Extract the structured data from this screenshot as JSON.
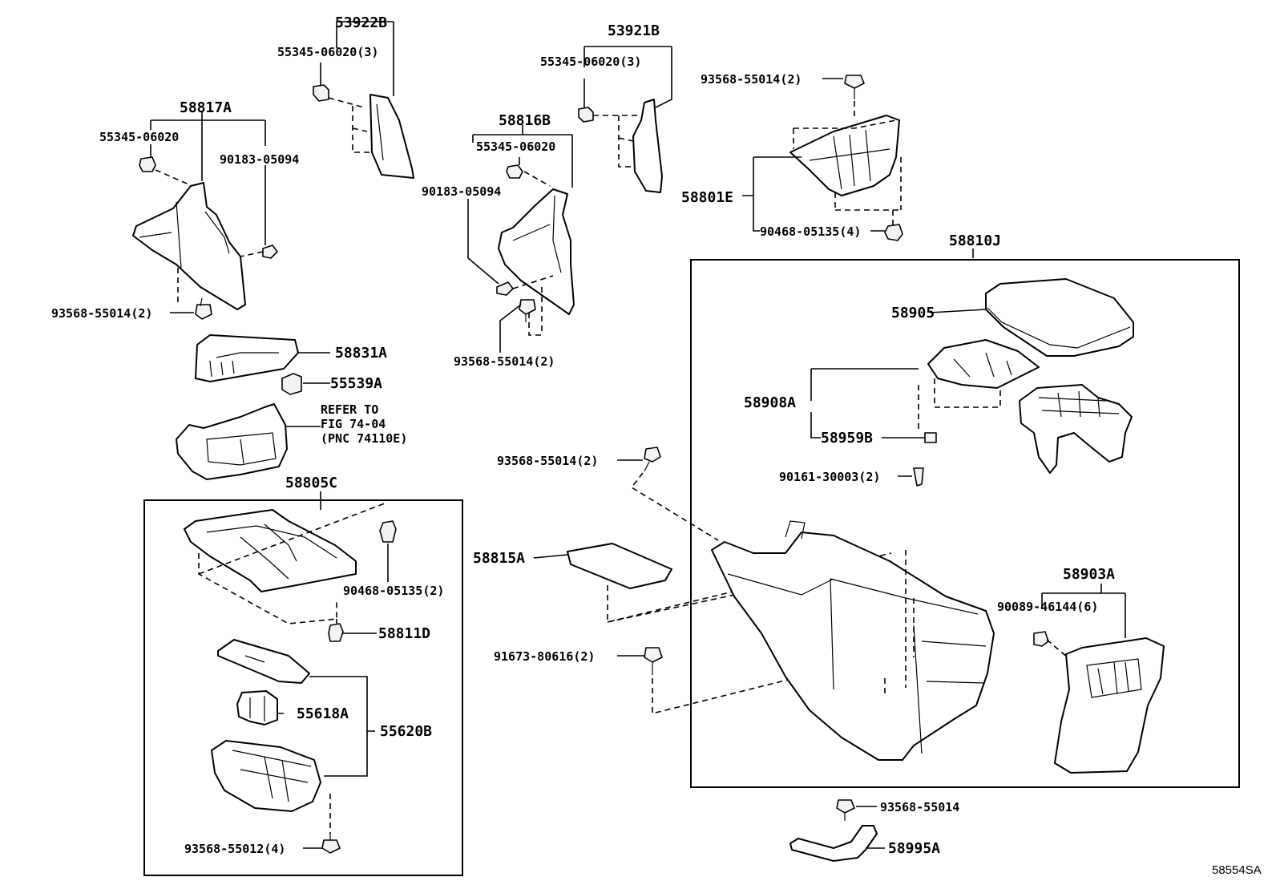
{
  "figure_code": "58554SA",
  "labels": {
    "p53922B": "53922B",
    "p55345_3a": "55345-06020(3)",
    "p53921B": "53921B",
    "p55345_3b": "55345-06020(3)",
    "p93568_2top": "93568-55014(2)",
    "p58817A": "58817A",
    "p55345a": "55345-06020",
    "p90183a": "90183-05094",
    "p58816B": "58816B",
    "p55345b": "55345-06020",
    "p90183b": "90183-05094",
    "p58801E": "58801E",
    "p90468_4": "90468-05135(4)",
    "p58810J": "58810J",
    "p93568_2left": "93568-55014(2)",
    "p93568_2mid": "93568-55014(2)",
    "p58831A": "58831A",
    "p55539A": "55539A",
    "refer1": "REFER TO",
    "refer2": "FIG 74-04",
    "refer3": "(PNC 74110E)",
    "p58905": "58905",
    "p58908A": "58908A",
    "p58959B": "58959B",
    "p90161": "90161-30003(2)",
    "p93568_2c": "93568-55014(2)",
    "p58805C": "58805C",
    "p90468_2": "90468-05135(2)",
    "p58811D": "58811D",
    "p58815A": "58815A",
    "p91673": "91673-80616(2)",
    "p58903A": "58903A",
    "p90089": "90089-46144(6)",
    "p55618A": "55618A",
    "p55620B": "55620B",
    "p93568_55012": "93568-55012(4)",
    "p93568_single": "93568-55014",
    "p58995A": "58995A"
  }
}
